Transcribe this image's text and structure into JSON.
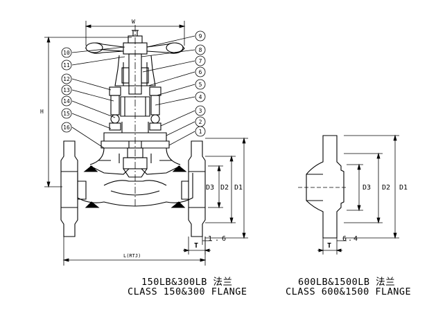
{
  "balloons": [
    "1",
    "2",
    "3",
    "4",
    "5",
    "6",
    "7",
    "8",
    "9",
    "10",
    "11",
    "12",
    "13",
    "14",
    "15",
    "16"
  ],
  "dims": {
    "W": "W",
    "H": "H",
    "L": "L(RTJ)",
    "D1": "D1",
    "D2": "D2",
    "D3": "D3",
    "T": "T",
    "t_small": "1.6",
    "t_large": "6.4"
  },
  "captions": {
    "left_line1": "150LB&300LB 法兰",
    "left_line2": "CLASS 150&300 FLANGE",
    "right_line1": "600LB&1500LB 法兰",
    "right_line2": "CLASS 600&1500 FLANGE"
  }
}
